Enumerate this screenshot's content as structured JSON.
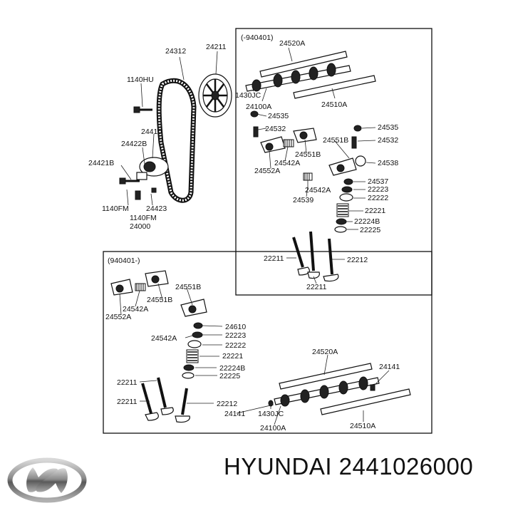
{
  "section_labels": {
    "upper": "(-940401)",
    "lower": "(940401-)"
  },
  "part_labels": {
    "p24312": "24312",
    "p24211": "24211",
    "p1140HU": "1140HU",
    "p24410": "24410",
    "p24422B": "24422B",
    "p24421B": "24421B",
    "p1140FM_a": "1140FM",
    "p24423": "24423",
    "p1140FM_b": "1140FM",
    "p24000": "24000",
    "u24520A": "24520A",
    "u1430JC": "1430JC",
    "u24100A": "24100A",
    "u24510A": "24510A",
    "u24535a": "24535",
    "u24532a": "24532",
    "u24535b": "24535",
    "u24532b": "24532",
    "u24551B_a": "24551B",
    "u24551B_b": "24551B",
    "u24542A_a": "24542A",
    "u24552A": "24552A",
    "u24538": "24538",
    "u24537": "24537",
    "u22223": "22223",
    "u22222": "22222",
    "u24542A_b": "24542A",
    "u24539": "24539",
    "u22221": "22221",
    "u22224B": "22224B",
    "u22225": "22225",
    "u22211": "22211",
    "u22212": "22212",
    "u22211b": "22211",
    "l24551B": "24551B",
    "l24542A_a": "24542A",
    "l24551B_b": "24551B",
    "l24552A": "24552A",
    "l24610": "24610",
    "l22223": "22223",
    "l24542A_b": "24542A",
    "l22222": "22222",
    "l22221": "22221",
    "l22224B": "22224B",
    "l22225": "22225",
    "l22211a": "22211",
    "l22211b": "22211",
    "l22212": "22212",
    "l24520A": "24520A",
    "l24141a": "24141",
    "l24141b": "24141",
    "l1430JC": "1430JC",
    "l24100A": "24100A",
    "l24510A": "24510A"
  },
  "brand_caption": "HYUNDAI 2441026000",
  "logo_name": "hyundai-logo-icon"
}
